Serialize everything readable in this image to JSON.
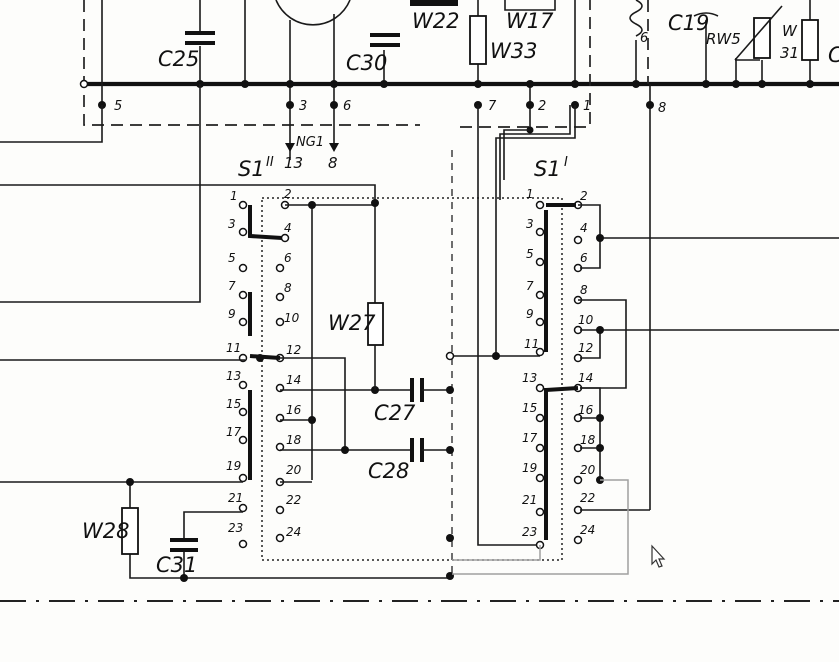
{
  "labels": {
    "c25": "C25",
    "c30": "C30",
    "w22": "W22",
    "w17": "W17",
    "w33": "W33",
    "c19": "C19",
    "rw5": "RW5",
    "w": "W",
    "w31num": "31",
    "edge_c": "C",
    "w27": "W27",
    "c27": "C27",
    "c28": "C28",
    "w28": "W28",
    "c31": "C31",
    "s1_left": "S1",
    "s1_left_sup": "II",
    "s1_right": "S1",
    "s1_right_sup": "I",
    "inductor_6": "6",
    "ng1": "NG1",
    "to_13": "13",
    "to_8": "8"
  },
  "terminals": [
    "5",
    "3",
    "6",
    "7",
    "2",
    "1",
    "8"
  ],
  "switch_left_pins": [
    "1",
    "2",
    "3",
    "4",
    "5",
    "6",
    "7",
    "8",
    "9",
    "10",
    "11",
    "12",
    "13",
    "14",
    "15",
    "16",
    "17",
    "18",
    "19",
    "20",
    "21",
    "22",
    "23",
    "24"
  ],
  "switch_right_pins": [
    "1",
    "2",
    "3",
    "4",
    "5",
    "6",
    "7",
    "8",
    "9",
    "10",
    "11",
    "12",
    "13",
    "14",
    "15",
    "16",
    "17",
    "18",
    "19",
    "20",
    "21",
    "22",
    "23",
    "24"
  ]
}
